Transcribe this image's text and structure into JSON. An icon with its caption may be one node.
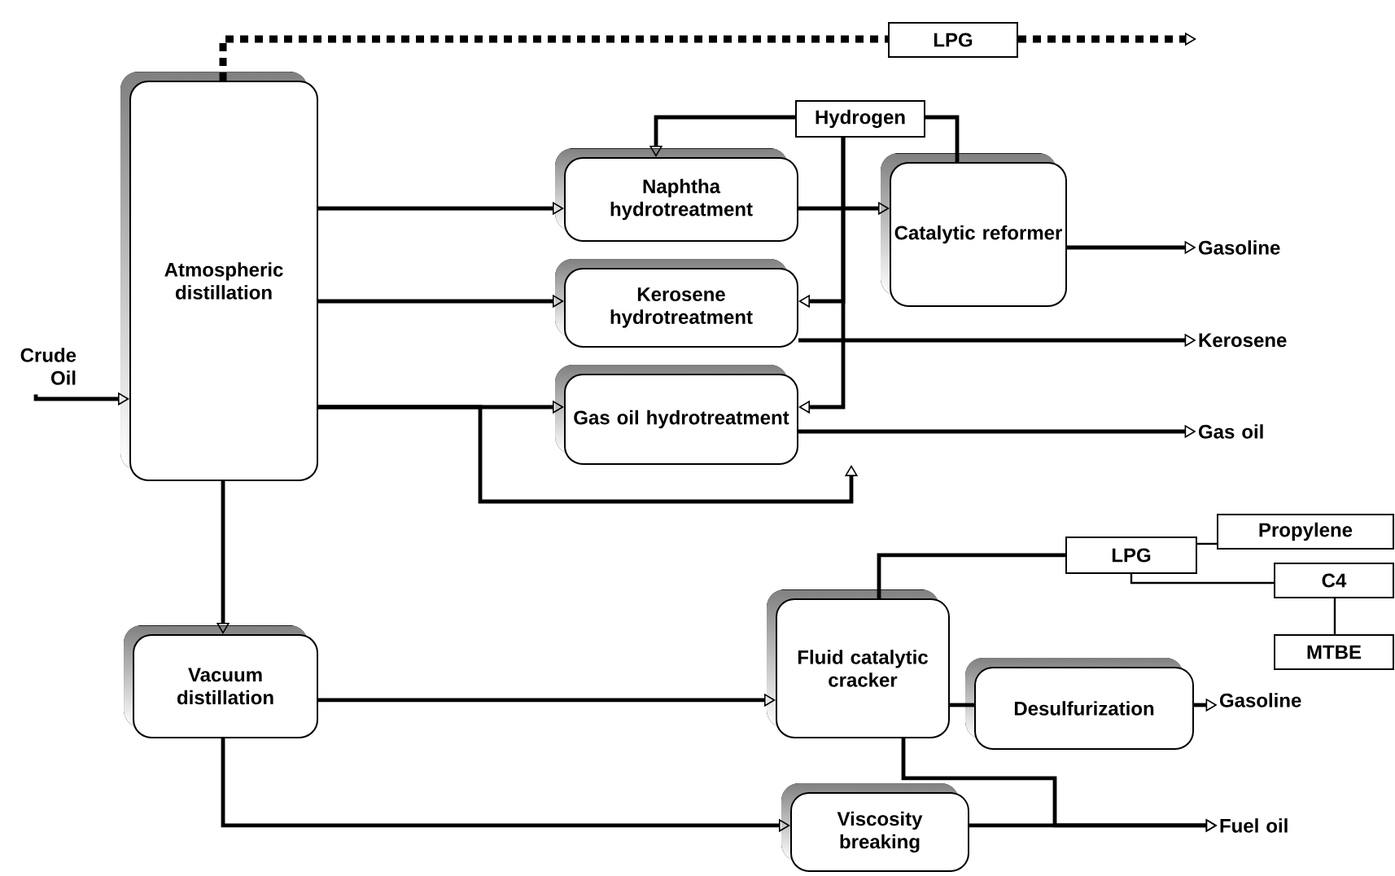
{
  "diagram": {
    "nodes": [
      {
        "text": [
          "Crude Oil"
        ]
      },
      {
        "text": [
          "Atmospheric distillation"
        ]
      },
      {
        "text": [
          "Naphtha hydrotreatment"
        ]
      },
      {
        "text": [
          "Kerosene hydrotreatment"
        ]
      },
      {
        "text": [
          "Gas oil hydrotreatment"
        ]
      },
      {
        "text": [
          "Hydrogen"
        ]
      },
      {
        "text": [
          "Catalytic reformer"
        ]
      },
      {
        "text": [
          "Gasoline"
        ]
      },
      {
        "text": [
          "Kerosene"
        ]
      },
      {
        "text": [
          "Gas oil"
        ]
      },
      {
        "text": [
          "LPG"
        ]
      },
      {
        "text": [
          "Vacuum distillation"
        ]
      },
      {
        "text": [
          "Fluid catalytic cracker"
        ]
      },
      {
        "text": [
          "LPG"
        ]
      },
      {
        "text": [
          "Propylene"
        ]
      },
      {
        "text": [
          "C4"
        ]
      },
      {
        "text": [
          "MTBE"
        ]
      },
      {
        "text": [
          "Desulfurization"
        ]
      },
      {
        "text": [
          "Gasoline"
        ]
      },
      {
        "text": [
          "Viscosity breaking"
        ]
      },
      {
        "text": [
          "Fuel oil"
        ]
      }
    ],
    "edges": [
      {
        "from": 0,
        "to": 1,
        "arrow": "to"
      },
      {
        "from": 1,
        "to": 2,
        "arrow": "to"
      },
      {
        "from": 1,
        "to": 3,
        "arrow": "to"
      },
      {
        "from": 1,
        "to": 4,
        "arrow": "to"
      },
      {
        "from": 1,
        "to": 4,
        "arrow": "to"
      },
      {
        "from": 5,
        "to": 2,
        "arrow": "to"
      },
      {
        "from": 6,
        "to": 5,
        "arrow": "none"
      },
      {
        "from": 5,
        "to": 3,
        "arrow": "to"
      },
      {
        "from": 5,
        "to": 4,
        "arrow": "to"
      },
      {
        "from": 2,
        "to": 6,
        "arrow": "to"
      },
      {
        "from": 6,
        "to": 7,
        "arrow": "to"
      },
      {
        "from": 3,
        "to": 8,
        "arrow": "to"
      },
      {
        "from": 4,
        "to": 9,
        "arrow": "to"
      },
      {
        "from": 1,
        "to": 11,
        "arrow": "to"
      },
      {
        "from": 11,
        "to": 12,
        "arrow": "to"
      },
      {
        "from": 11,
        "to": 19,
        "arrow": "to"
      },
      {
        "from": 12,
        "to": 13,
        "arrow": "none"
      },
      {
        "from": 13,
        "to": 14,
        "arrow": "none"
      },
      {
        "from": 13,
        "to": 15,
        "arrow": "none"
      },
      {
        "from": 15,
        "to": 16,
        "arrow": "none"
      },
      {
        "from": 12,
        "to": 17,
        "arrow": "none"
      },
      {
        "from": 17,
        "to": 18,
        "arrow": "to"
      },
      {
        "from": 12,
        "to": 20,
        "arrow": "to"
      },
      {
        "from": 19,
        "to": 20,
        "arrow": "to"
      },
      {
        "from": 1,
        "to": 10,
        "arrow": "none",
        "style": "dashed"
      },
      {
        "from": 10,
        "to": null,
        "arrow": "to",
        "style": "dashed"
      }
    ]
  }
}
